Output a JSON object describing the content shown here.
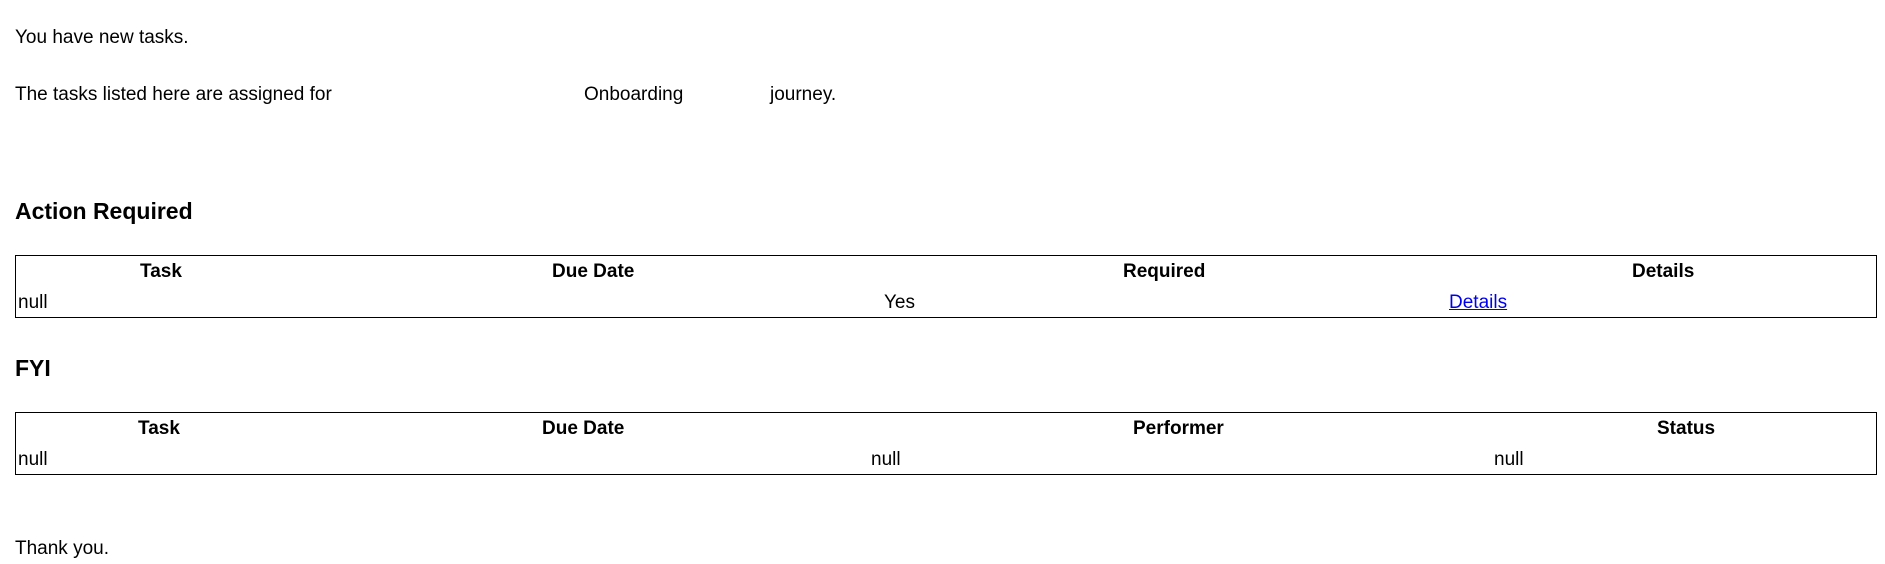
{
  "intro": {
    "line1": "You have new tasks.",
    "line2_prefix": "The tasks listed here are assigned for",
    "journey_name": "Onboarding",
    "line2_suffix": "journey."
  },
  "action_required": {
    "heading": "Action Required",
    "columns": [
      "Task",
      "Due Date",
      "Required",
      "Details"
    ],
    "row": {
      "task": "null",
      "due_date": "",
      "required": "Yes",
      "details_link": "Details"
    }
  },
  "fyi": {
    "heading": "FYI",
    "columns": [
      "Task",
      "Due Date",
      "Performer",
      "Status"
    ],
    "row": {
      "task": "null",
      "due_date": "null",
      "performer": "null",
      "status": ""
    }
  },
  "closing": "Thank you.",
  "colors": {
    "link": "#0000ee",
    "text": "#000000",
    "border": "#000000"
  }
}
